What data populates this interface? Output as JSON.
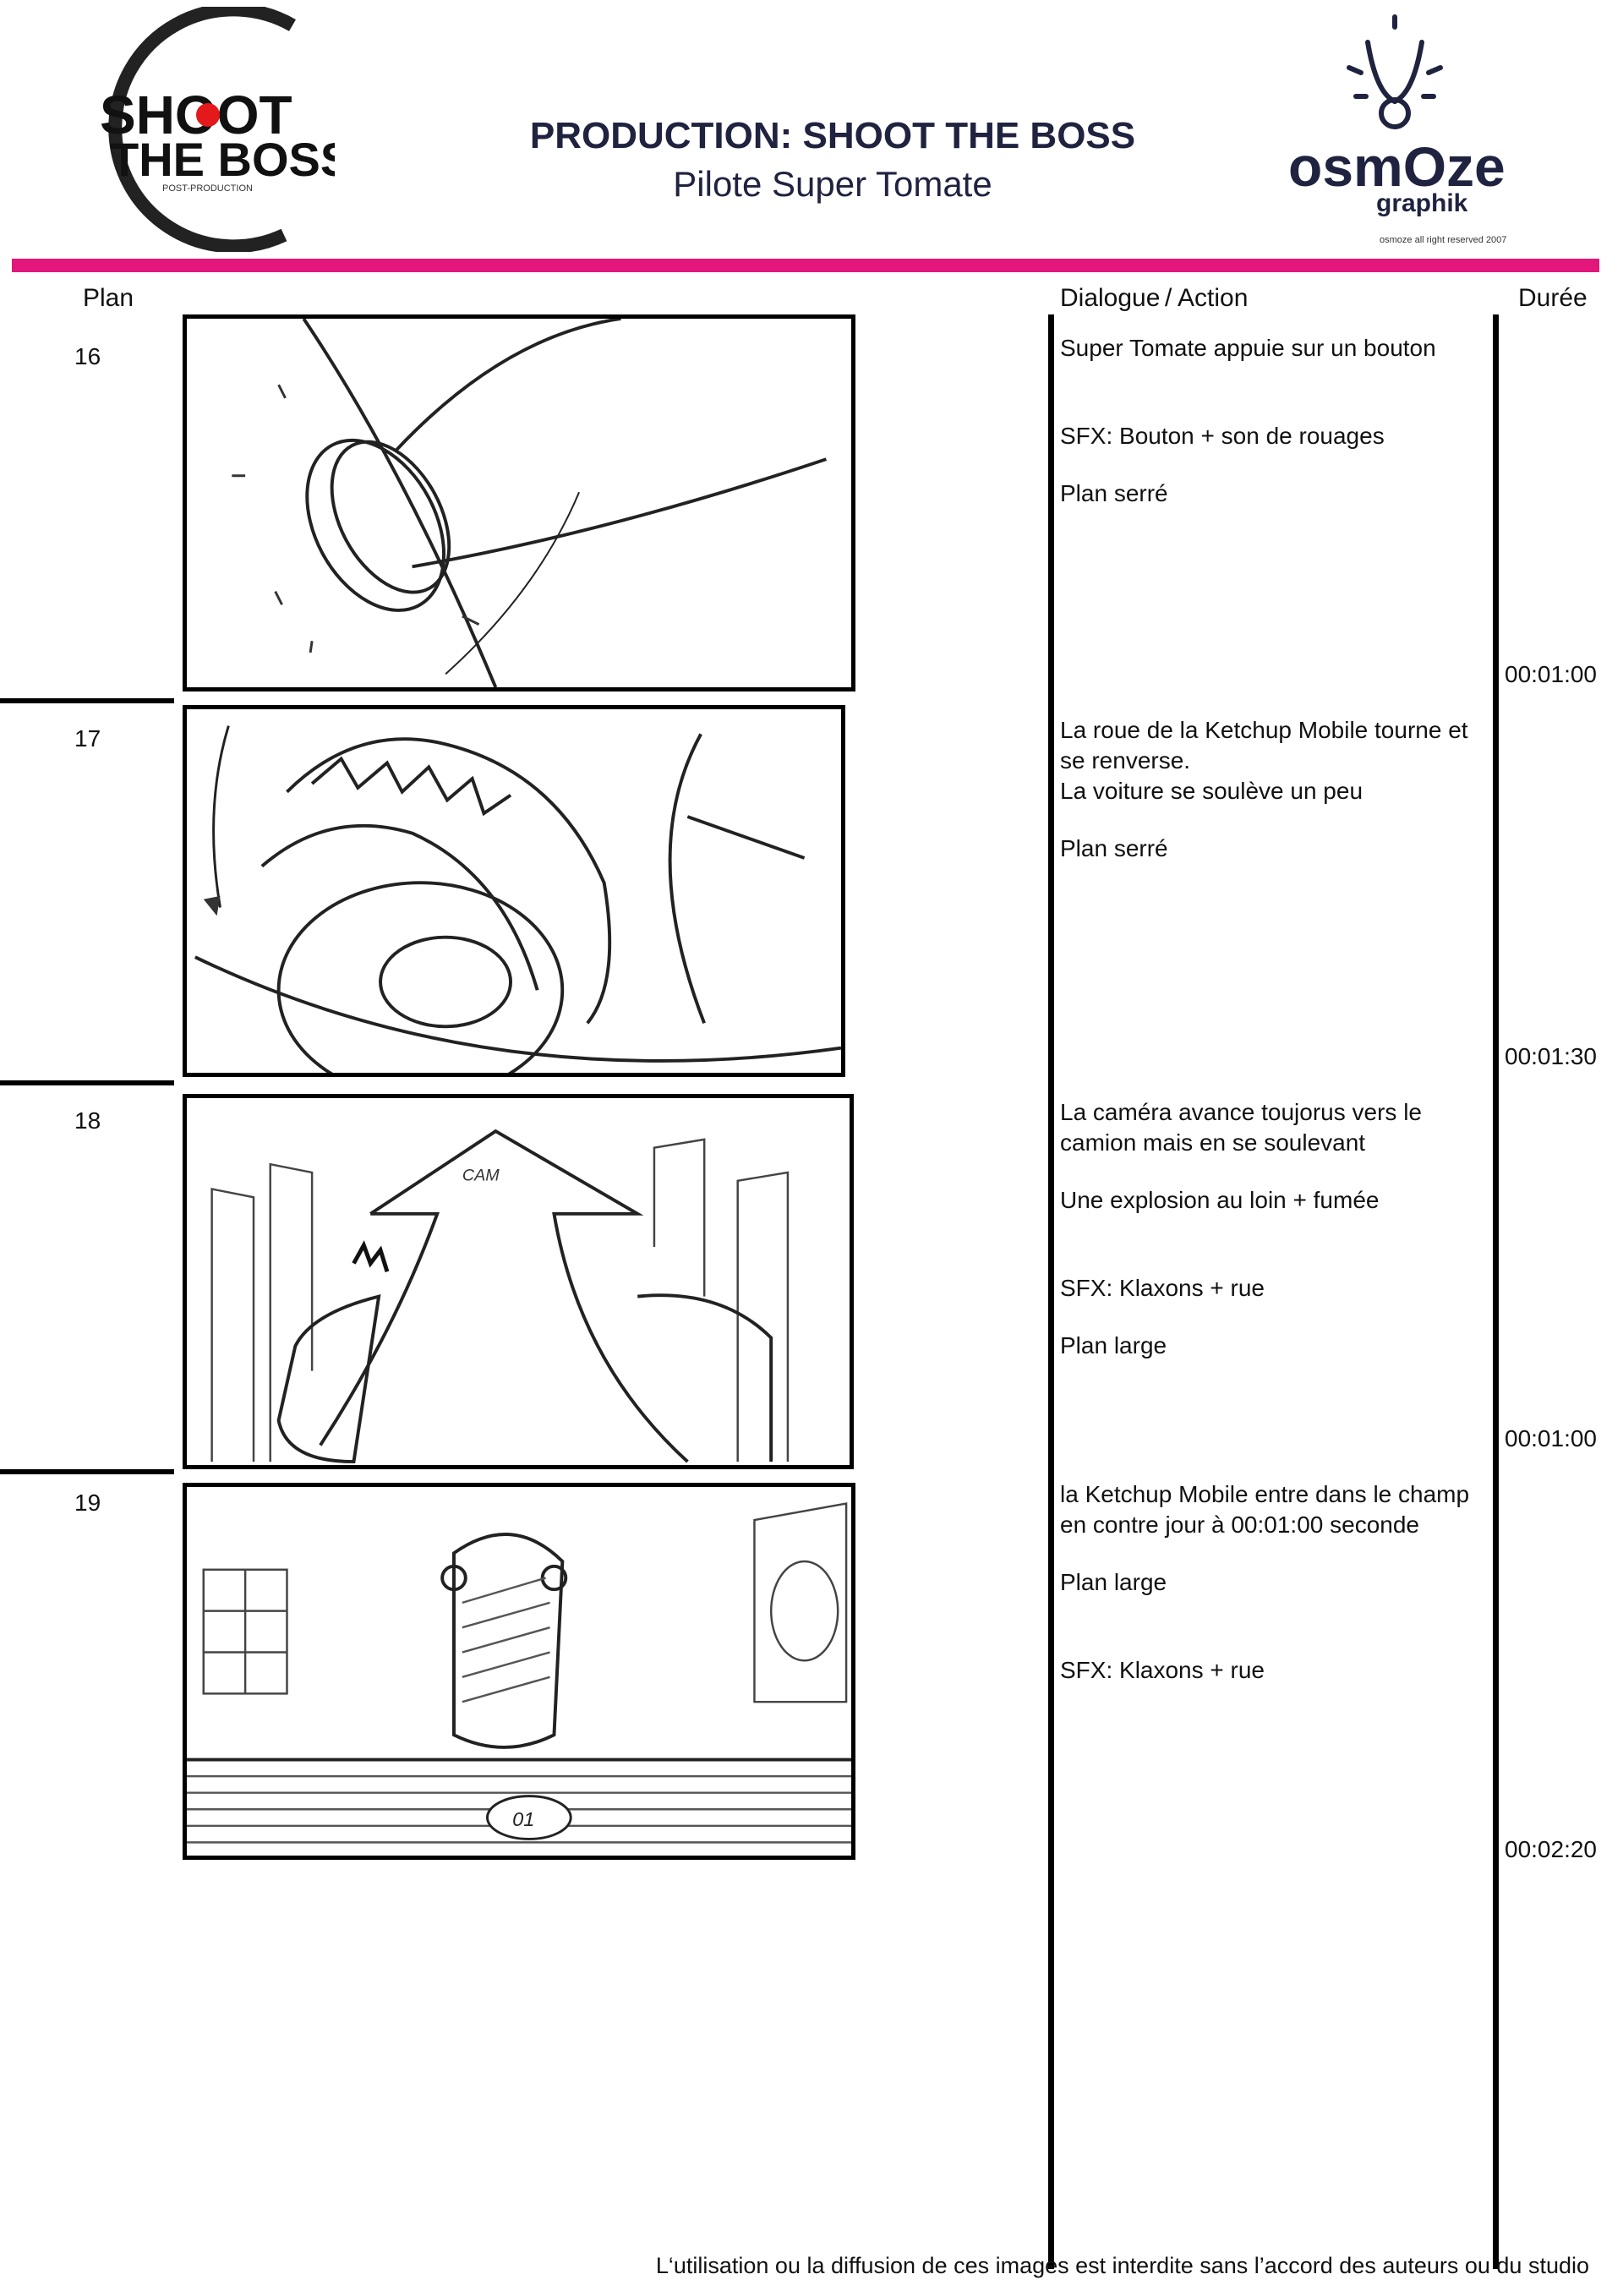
{
  "header": {
    "left_logo": {
      "line1": "SHOOT",
      "line2": "THE BOSS",
      "tagline": "POST-PRODUCTION",
      "accent": "#e3191b"
    },
    "title": "PRODUCTION: SHOOT THE BOSS",
    "subtitle": "Pilote Super Tomate",
    "right_logo": {
      "name": "osmOze",
      "sub": "graphik",
      "color": "#1f2340"
    },
    "copyright": "osmoze all right reserved 2007",
    "accent_color": "#e3167b"
  },
  "columns": {
    "plan": "Plan",
    "dialogue": "Dialogue",
    "action": "/ Action",
    "duration": "Durée"
  },
  "shots": [
    {
      "number": "16",
      "lines": [
        "Super Tomate appuie sur un bouton",
        "SFX: Bouton + son de rouages",
        "Plan serré"
      ],
      "duration": "00:01:00"
    },
    {
      "number": "17",
      "lines": [
        "La roue de la Ketchup Mobile tourne et\nse renverse.\nLa voiture se soulève un peu",
        "Plan serré"
      ],
      "duration": "00:01:30"
    },
    {
      "number": "18",
      "lines": [
        "La caméra avance toujorus vers le\ncamion mais en se soulevant",
        "Une explosion au loin + fumée",
        "SFX: Klaxons + rue",
        "Plan large"
      ],
      "duration": "00:01:00",
      "sketch_label": "CAM"
    },
    {
      "number": "19",
      "lines": [
        "la Ketchup Mobile entre dans le champ\nen contre jour à 00:01:00 seconde",
        "Plan large",
        "SFX: Klaxons + rue"
      ],
      "duration": "00:02:20",
      "sketch_label": "01"
    }
  ],
  "footer": "L‘utilisation ou la diffusion de ces images est interdite sans l’accord des auteurs ou du studio"
}
